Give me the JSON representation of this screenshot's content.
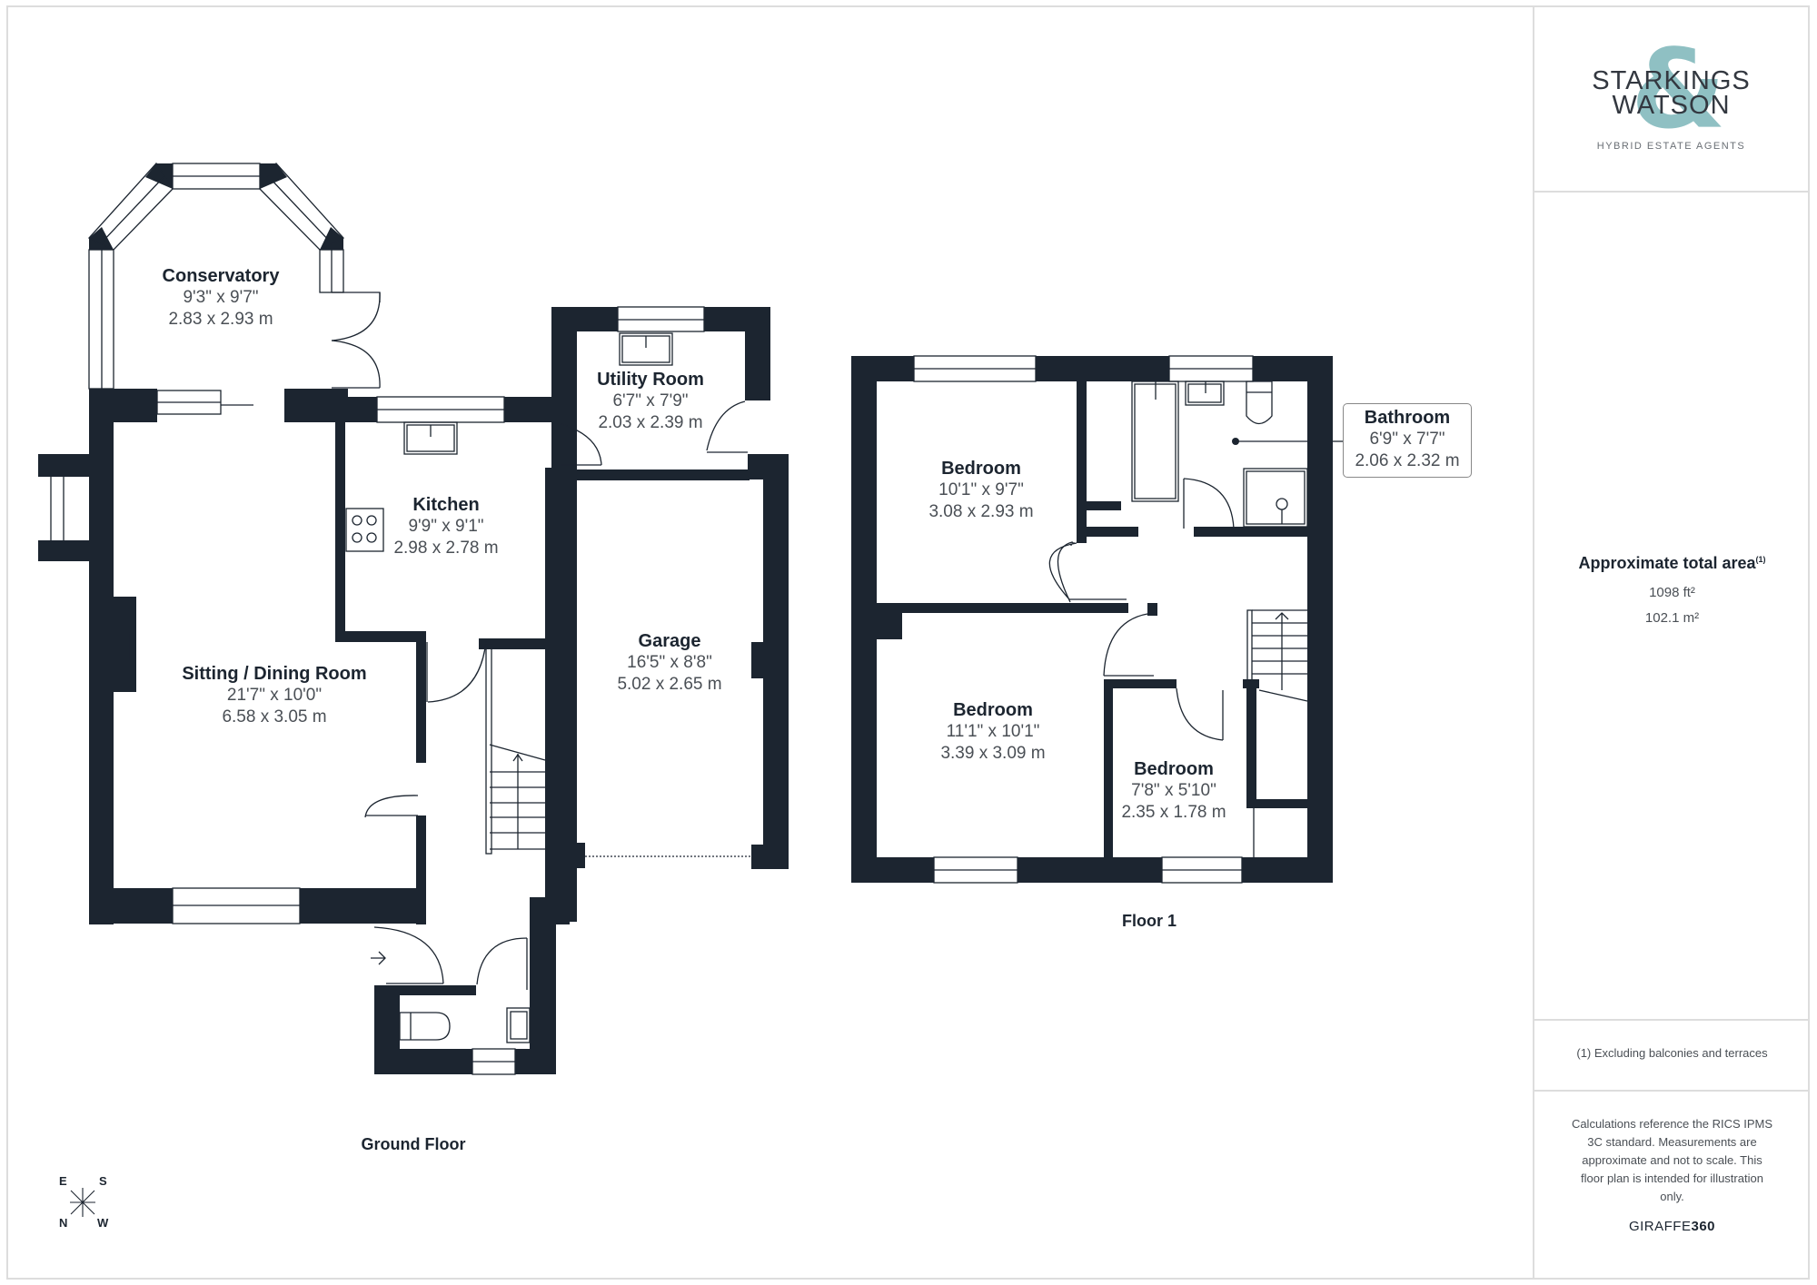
{
  "brand": {
    "name_line1": "STARKINGS",
    "name_line2": "WATSON",
    "ampersand": "&",
    "tagline": "HYBRID ESTATE AGENTS",
    "accent_color": "#8fc0c3"
  },
  "area": {
    "title": "Approximate total area",
    "footnote_marker": "(1)",
    "sqft": "1098 ft²",
    "sqm": "102.1 m²"
  },
  "notes": {
    "exclusion": "(1) Excluding balconies and terraces",
    "disclaimer": "Calculations reference the RICS IPMS 3C standard. Measurements are approximate and not to scale. This floor plan is intended for illustration only.",
    "credit_light": "GIRAFFE",
    "credit_bold": "360"
  },
  "floors": {
    "ground": {
      "label": "Ground Floor",
      "rooms": [
        {
          "name": "Conservatory",
          "imperial": "9'3\" x 9'7\"",
          "metric": "2.83 x 2.93 m"
        },
        {
          "name": "Utility Room",
          "imperial": "6'7\" x 7'9\"",
          "metric": "2.03 x 2.39 m"
        },
        {
          "name": "Kitchen",
          "imperial": "9'9\" x 9'1\"",
          "metric": "2.98 x 2.78 m"
        },
        {
          "name": "Garage",
          "imperial": "16'5\" x 8'8\"",
          "metric": "5.02 x 2.65 m"
        },
        {
          "name": "Sitting / Dining Room",
          "imperial": "21'7\" x 10'0\"",
          "metric": "6.58 x 3.05 m"
        }
      ]
    },
    "first": {
      "label": "Floor 1",
      "rooms": [
        {
          "name": "Bedroom",
          "imperial": "10'1\" x 9'7\"",
          "metric": "3.08 x 2.93 m"
        },
        {
          "name": "Bathroom",
          "imperial": "6'9\" x 7'7\"",
          "metric": "2.06 x 2.32 m"
        },
        {
          "name": "Bedroom",
          "imperial": "11'1\" x 10'1\"",
          "metric": "3.39 x 3.09 m"
        },
        {
          "name": "Bedroom",
          "imperial": "7'8\" x 5'10\"",
          "metric": "2.35 x 1.78 m"
        }
      ]
    }
  },
  "compass": {
    "top_left": "E",
    "top_right": "S",
    "bottom_left": "N",
    "bottom_right": "W"
  },
  "colors": {
    "wall": "#1c2530",
    "border": "#dddddd",
    "text_dim": "#4a4f55"
  }
}
